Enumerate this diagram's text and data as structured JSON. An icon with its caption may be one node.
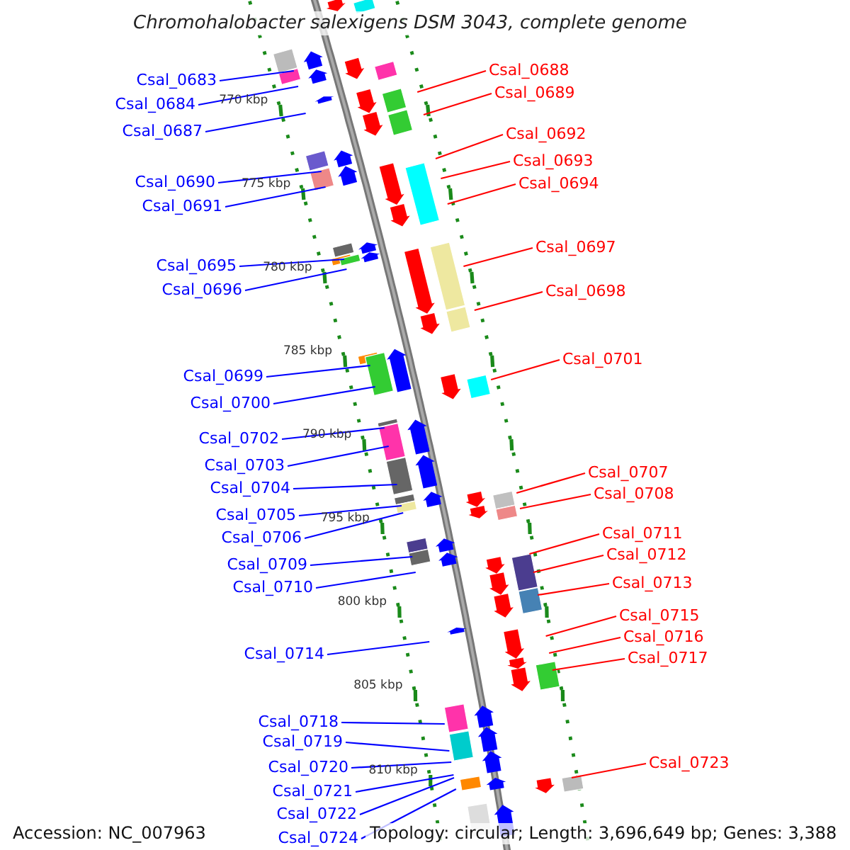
{
  "diagram": {
    "title": "Chromohalobacter salexigens DSM 3043, complete genome",
    "nodes": [
      {
        "text": [
          "Csal_0688"
        ]
      },
      {
        "text": [
          "Csal_0683"
        ]
      },
      {
        "text": [
          "Csal_0689"
        ]
      },
      {
        "text": [
          "Csal_0684"
        ]
      },
      {
        "text": [
          "Csal_0687"
        ]
      },
      {
        "text": [
          "Csal_0692"
        ]
      },
      {
        "text": [
          "Csal_0693"
        ]
      },
      {
        "text": [
          "Csal_0690"
        ]
      },
      {
        "text": [
          "Csal_0694"
        ]
      },
      {
        "text": [
          "Csal_0691"
        ]
      },
      {
        "text": [
          "Csal_0697"
        ]
      },
      {
        "text": [
          "Csal_0695"
        ]
      },
      {
        "text": [
          "Csal_0696"
        ]
      },
      {
        "text": [
          "Csal_0698"
        ]
      },
      {
        "text": [
          "Csal_0701"
        ]
      },
      {
        "text": [
          "Csal_0699"
        ]
      },
      {
        "text": [
          "Csal_0700"
        ]
      },
      {
        "text": [
          "Csal_0702"
        ]
      },
      {
        "text": [
          "Csal_0703"
        ]
      },
      {
        "text": [
          "Csal_0707"
        ]
      },
      {
        "text": [
          "Csal_0704"
        ]
      },
      {
        "text": [
          "Csal_0708"
        ]
      },
      {
        "text": [
          "Csal_0705"
        ]
      },
      {
        "text": [
          "Csal_0711"
        ]
      },
      {
        "text": [
          "Csal_0706"
        ]
      },
      {
        "text": [
          "Csal_0712"
        ]
      },
      {
        "text": [
          "Csal_0709"
        ]
      },
      {
        "text": [
          "Csal_0713"
        ]
      },
      {
        "text": [
          "Csal_0710"
        ]
      },
      {
        "text": [
          "Csal_0715"
        ]
      },
      {
        "text": [
          "Csal_0716"
        ]
      },
      {
        "text": [
          "Csal_0714"
        ]
      },
      {
        "text": [
          "Csal_0717"
        ]
      },
      {
        "text": [
          "Csal_0718"
        ]
      },
      {
        "text": [
          "Csal_0719"
        ]
      },
      {
        "text": [
          "Csal_0723"
        ]
      },
      {
        "text": [
          "Csal_0720"
        ]
      },
      {
        "text": [
          "Csal_0721"
        ]
      },
      {
        "text": [
          "Csal_0722"
        ]
      },
      {
        "text": [
          "Csal_0724"
        ]
      }
    ],
    "edges": [
      {
        "from": 0,
        "to": null,
        "arrow": "none",
        "color": "#ff0000"
      },
      {
        "from": 1,
        "to": null,
        "arrow": "none"
      },
      {
        "from": 2,
        "to": null,
        "arrow": "none",
        "color": "#ff0000"
      },
      {
        "from": 3,
        "to": null,
        "arrow": "none"
      },
      {
        "from": 4,
        "to": null,
        "arrow": "none"
      },
      {
        "from": 5,
        "to": null,
        "arrow": "none",
        "color": "#ff0000"
      },
      {
        "from": 6,
        "to": null,
        "arrow": "none",
        "color": "#ff0000"
      },
      {
        "from": 7,
        "to": null,
        "arrow": "none"
      },
      {
        "from": 8,
        "to": null,
        "arrow": "none",
        "color": "#ff0000"
      },
      {
        "from": 9,
        "to": null,
        "arrow": "none"
      },
      {
        "from": 10,
        "to": null,
        "arrow": "none",
        "color": "#ff0000"
      },
      {
        "from": 11,
        "to": null,
        "arrow": "none"
      },
      {
        "from": 12,
        "to": null,
        "arrow": "none"
      },
      {
        "from": 13,
        "to": null,
        "arrow": "none",
        "color": "#ff0000"
      },
      {
        "from": 14,
        "to": null,
        "arrow": "none",
        "color": "#ff0000"
      },
      {
        "from": 15,
        "to": null,
        "arrow": "none"
      },
      {
        "from": 16,
        "to": null,
        "arrow": "none"
      },
      {
        "from": 17,
        "to": null,
        "arrow": "none"
      },
      {
        "from": 18,
        "to": null,
        "arrow": "none"
      },
      {
        "from": 19,
        "to": null,
        "arrow": "none",
        "color": "#ff0000"
      },
      {
        "from": 20,
        "to": null,
        "arrow": "none"
      },
      {
        "from": 21,
        "to": null,
        "arrow": "none",
        "color": "#ff0000"
      },
      {
        "from": 22,
        "to": null,
        "arrow": "none"
      },
      {
        "from": 23,
        "to": null,
        "arrow": "none",
        "color": "#ff0000"
      },
      {
        "from": 24,
        "to": null,
        "arrow": "none"
      },
      {
        "from": 25,
        "to": null,
        "arrow": "none",
        "color": "#ff0000"
      },
      {
        "from": 26,
        "to": null,
        "arrow": "none"
      },
      {
        "from": 27,
        "to": null,
        "arrow": "none",
        "color": "#ff0000"
      },
      {
        "from": 28,
        "to": null,
        "arrow": "none"
      },
      {
        "from": 29,
        "to": null,
        "arrow": "none",
        "color": "#ff0000"
      },
      {
        "from": 30,
        "to": null,
        "arrow": "none",
        "color": "#ff0000"
      },
      {
        "from": 31,
        "to": null,
        "arrow": "none"
      },
      {
        "from": 32,
        "to": null,
        "arrow": "none",
        "color": "#ff0000"
      },
      {
        "from": 33,
        "to": null,
        "arrow": "none"
      },
      {
        "from": 34,
        "to": null,
        "arrow": "none"
      },
      {
        "from": 35,
        "to": null,
        "arrow": "none",
        "color": "#ff0000"
      },
      {
        "from": 36,
        "to": null,
        "arrow": "none"
      },
      {
        "from": 37,
        "to": null,
        "arrow": "none"
      },
      {
        "from": 38,
        "to": null,
        "arrow": "none"
      },
      {
        "from": 39,
        "to": null,
        "arrow": "none"
      }
    ],
    "labels": [
      "770 kbp",
      "775 kbp",
      "780 kbp",
      "785 kbp",
      "790 kbp",
      "795 kbp",
      "800 kbp",
      "805 kbp",
      "810 kbp",
      "Accession: NC_007963",
      "Topology: circular; Length: 3,696,649 bp; Genes: 3,388"
    ]
  }
}
